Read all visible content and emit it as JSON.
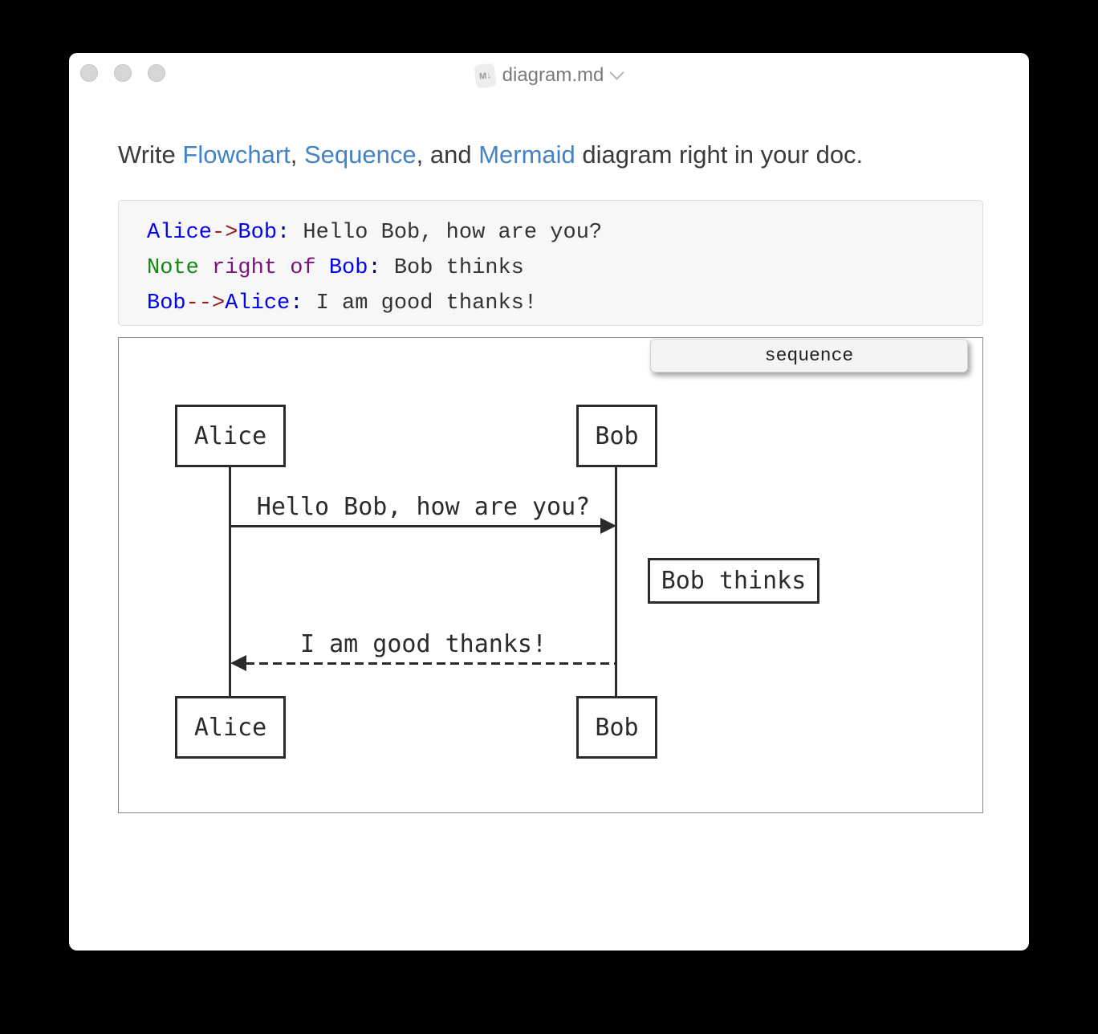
{
  "window": {
    "title": "diagram.md",
    "file_icon_glyph": "M↓"
  },
  "heading": {
    "parts": [
      {
        "text": "Write "
      },
      {
        "text": "Flowchart",
        "link": true
      },
      {
        "text": ", "
      },
      {
        "text": "Sequence",
        "link": true
      },
      {
        "text": ", and "
      },
      {
        "text": "Mermaid",
        "link": true
      },
      {
        "text": " diagram right in your doc."
      }
    ]
  },
  "code": {
    "lines": [
      {
        "tokens": [
          {
            "t": "Alice",
            "type": "name"
          },
          {
            "t": "->",
            "type": "operator"
          },
          {
            "t": "Bob",
            "type": "name"
          },
          {
            "t": ":",
            "type": "colon"
          },
          {
            "t": " Hello Bob, how are you?",
            "type": "text"
          }
        ]
      },
      {
        "tokens": [
          {
            "t": "Note",
            "type": "keyword"
          },
          {
            "t": " ",
            "type": "text"
          },
          {
            "t": "right of",
            "type": "modifier"
          },
          {
            "t": " ",
            "type": "text"
          },
          {
            "t": "Bob",
            "type": "name"
          },
          {
            "t": ":",
            "type": "colon"
          },
          {
            "t": " Bob thinks",
            "type": "text"
          }
        ]
      },
      {
        "tokens": [
          {
            "t": "Bob",
            "type": "name"
          },
          {
            "t": "-->",
            "type": "operator"
          },
          {
            "t": "Alice",
            "type": "name"
          },
          {
            "t": ":",
            "type": "colon"
          },
          {
            "t": " I am good thanks!",
            "type": "text"
          }
        ]
      }
    ]
  },
  "diagram": {
    "badge_label": "sequence",
    "actors": [
      "Alice",
      "Bob"
    ],
    "messages": [
      {
        "from": "Alice",
        "to": "Bob",
        "text": "Hello Bob, how are you?",
        "line": "solid"
      },
      {
        "from": "Bob",
        "to": "Alice",
        "text": "I am good thanks!",
        "line": "dashed"
      }
    ],
    "note": {
      "text": "Bob thinks",
      "placement": "right of Bob"
    }
  },
  "colors": {
    "link": "#4183c4",
    "code_name": "#0202ee",
    "code_operator": "#8b2121",
    "code_keyword": "#118811",
    "code_modifier": "#7c117c",
    "code_colon": "#000080",
    "code_text": "#333333",
    "diagram_ink": "#2b2b2b"
  }
}
